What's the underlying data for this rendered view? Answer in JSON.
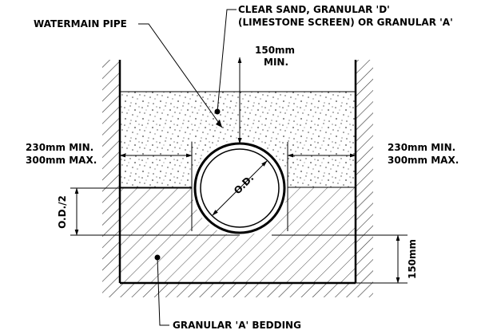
{
  "labels": {
    "watermain_pipe": "WATERMAIN PIPE",
    "fill_line1": "CLEAR SAND, GRANULAR 'D'",
    "fill_line2": "(LIMESTONE SCREEN) OR GRANULAR 'A'",
    "top_cover_value": "150mm",
    "top_cover_min": "MIN.",
    "left_min": "230mm MIN.",
    "left_max": "300mm MAX.",
    "right_min": "230mm MIN.",
    "right_max": "300mm MAX.",
    "half_od": "O.D./2",
    "od": "O.D.",
    "bedding_depth": "150mm",
    "bedding": "GRANULAR 'A' BEDDING"
  }
}
